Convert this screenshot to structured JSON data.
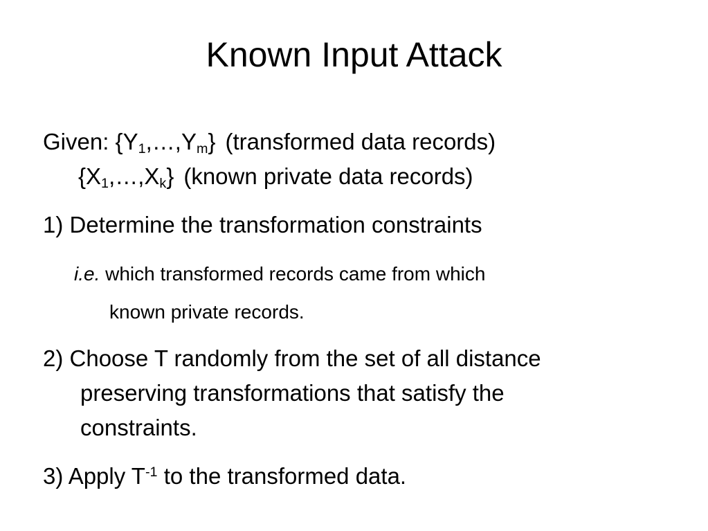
{
  "slide": {
    "title": "Known Input Attack",
    "given": {
      "label": "Given:",
      "y_set": {
        "open": "{Y",
        "sub_first": "1",
        "middle": ",…,Y",
        "sub_last": "m",
        "close": "}",
        "note": "(transformed data records)"
      },
      "x_set": {
        "open": "{X",
        "sub_first": "1",
        "middle": ",…,X",
        "sub_last": "k",
        "close": "}",
        "note": "(known private data records)"
      }
    },
    "step1": {
      "text": "1) Determine the transformation constraints",
      "ie": "i.e.",
      "detail_line1": " which transformed records came from which",
      "detail_line2": "known private records."
    },
    "step2": {
      "line1": "2) Choose T randomly from the set of all distance",
      "line2": "preserving transformations that satisfy the",
      "line3": "constraints."
    },
    "step3": {
      "prefix": "3) Apply T",
      "sup": "-1",
      "suffix": " to the transformed data."
    }
  }
}
